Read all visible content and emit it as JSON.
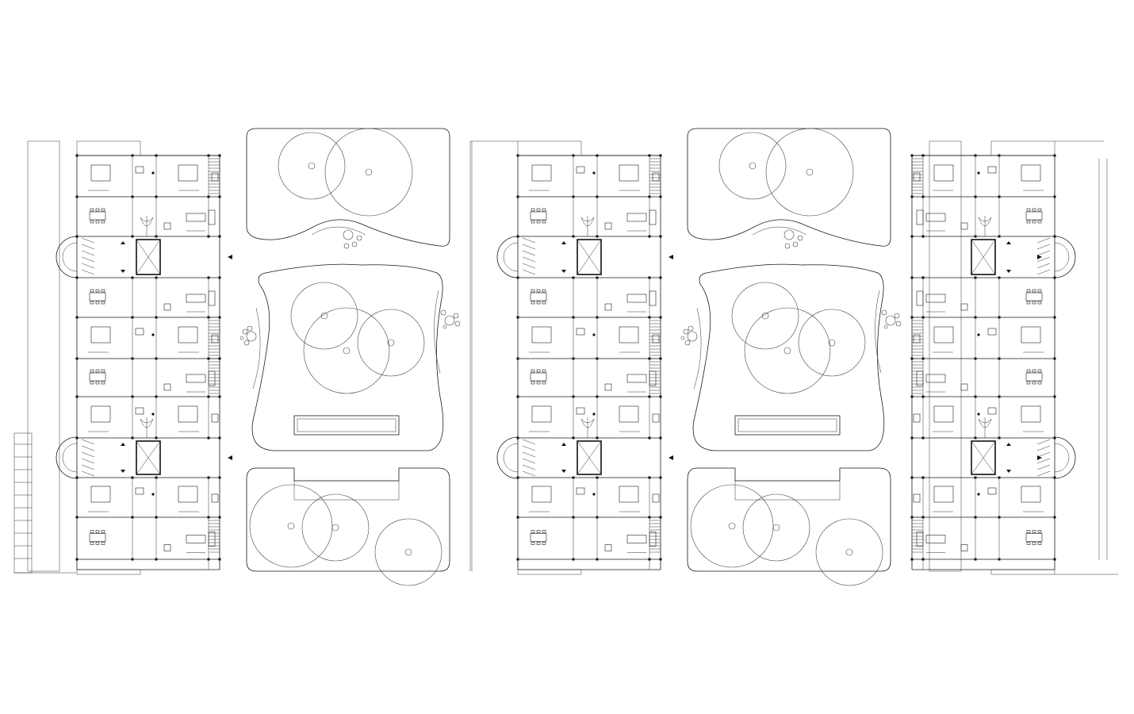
{
  "drawing": {
    "kind": "architectural site floor plan",
    "line_color": "#1a1a1a",
    "background": "#ffffff",
    "buildings": [
      {
        "id": "building-1",
        "orientation": "stair-towers-left",
        "units": 10,
        "stair_cores": 2
      },
      {
        "id": "building-2",
        "orientation": "stair-towers-left",
        "units": 10,
        "stair_cores": 2
      },
      {
        "id": "building-3",
        "orientation": "stair-towers-right",
        "units": 10,
        "stair_cores": 2
      }
    ],
    "courtyards": [
      {
        "id": "courtyard-1",
        "parts": [
          "north-garden",
          "central-garden",
          "south-garden"
        ]
      },
      {
        "id": "courtyard-2",
        "parts": [
          "north-garden",
          "central-garden",
          "south-garden"
        ]
      }
    ],
    "entrance_markers": [
      "entrance-arrow"
    ],
    "icons": [
      "tree-canopy-icon",
      "entrance-arrow-icon",
      "bed-icon",
      "dining-table-icon",
      "sofa-icon",
      "armchair-icon",
      "spiral-stair-icon"
    ]
  }
}
